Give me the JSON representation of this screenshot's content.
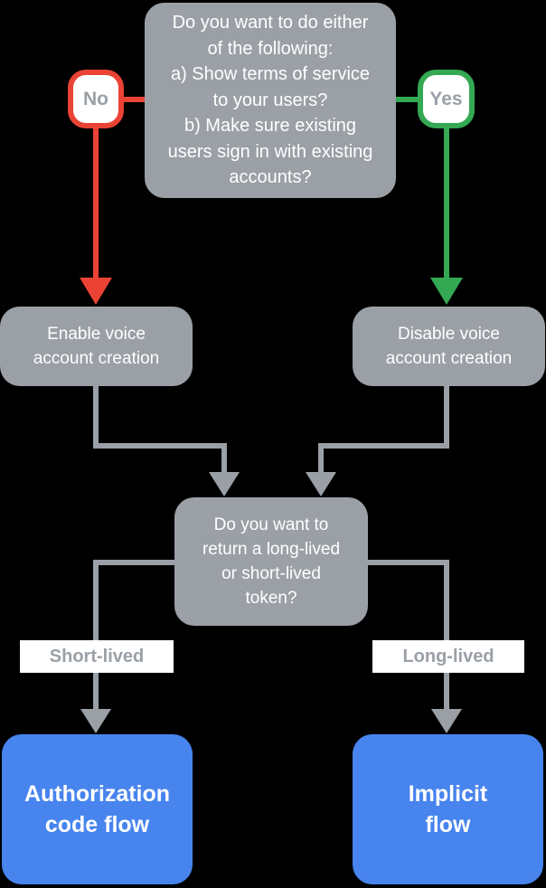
{
  "diagram": {
    "title": "Voice account creation / token flow decision diagram",
    "background_color": "#000000",
    "colors": {
      "node_gray": "#9AA0A6",
      "node_blue": "#4784EE",
      "no_red": "#EA4335",
      "yes_green": "#34A853",
      "connector_gray": "#9AA0A6",
      "node_text": "#FFFFFF",
      "label_text": "#9AA0A6",
      "label_background": "#FFFFFF"
    },
    "nodes": {
      "question_top": {
        "text": "Do you want to do either\nof the following:\na) Show terms of service\nto your users?\nb) Make sure existing\nusers sign in with existing\naccounts?"
      },
      "no_badge": {
        "label": "No"
      },
      "yes_badge": {
        "label": "Yes"
      },
      "enable_voice": {
        "text": "Enable voice\naccount creation"
      },
      "disable_voice": {
        "text": "Disable voice\naccount creation"
      },
      "question_token": {
        "text": "Do you want to\nreturn a long-lived\nor short-lived\ntoken?"
      },
      "short_lived_label": {
        "text": "Short-lived"
      },
      "long_lived_label": {
        "text": "Long-lived"
      },
      "auth_code_flow": {
        "text": "Authorization\ncode flow"
      },
      "implicit_flow": {
        "text": "Implicit\nflow"
      }
    },
    "edges": [
      {
        "from": "question_top",
        "via": "no_badge",
        "to": "enable_voice",
        "color": "#EA4335"
      },
      {
        "from": "question_top",
        "via": "yes_badge",
        "to": "disable_voice",
        "color": "#34A853"
      },
      {
        "from": "enable_voice",
        "to": "question_token",
        "color": "#9AA0A6"
      },
      {
        "from": "disable_voice",
        "to": "question_token",
        "color": "#9AA0A6"
      },
      {
        "from": "question_token",
        "via": "short_lived_label",
        "to": "auth_code_flow",
        "color": "#9AA0A6"
      },
      {
        "from": "question_token",
        "via": "long_lived_label",
        "to": "implicit_flow",
        "color": "#9AA0A6"
      }
    ]
  }
}
